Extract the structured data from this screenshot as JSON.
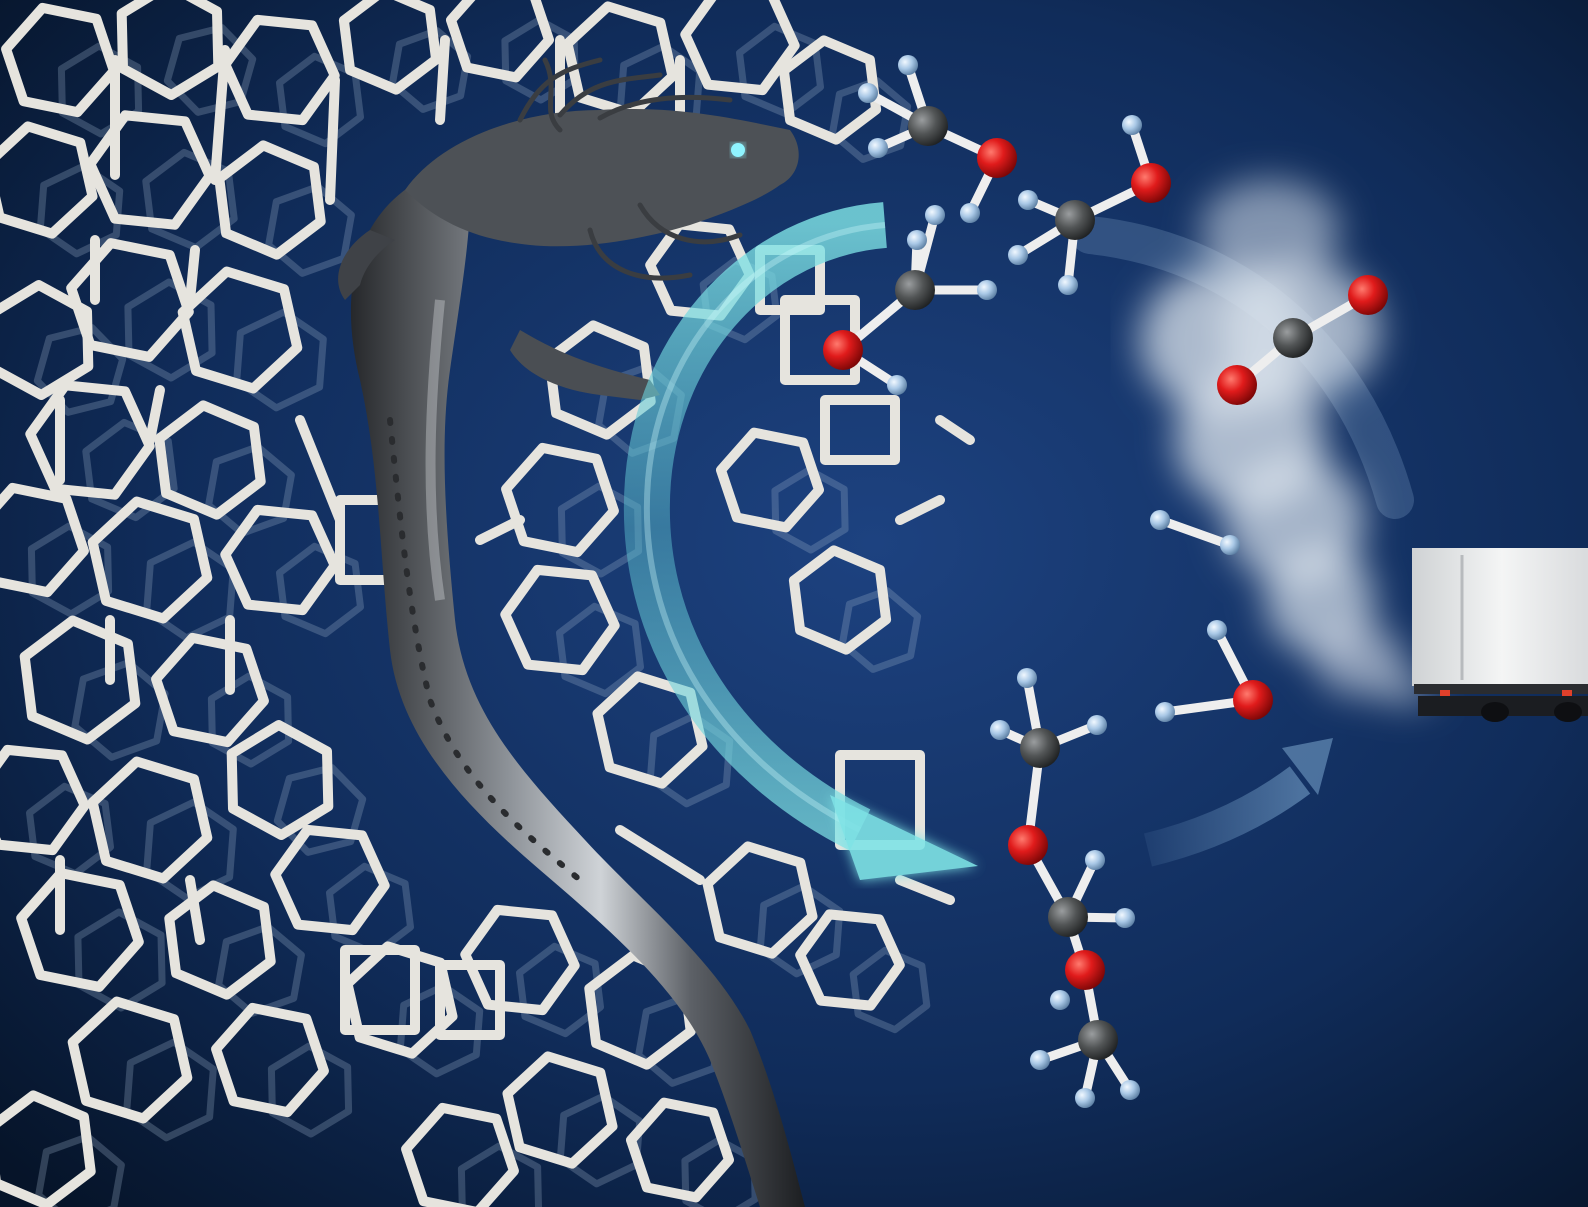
{
  "scene": {
    "description_tag": "",
    "colors": {
      "background_center": "#1c3f78",
      "background_edge": "#07152f",
      "framework": "#e8e6e0",
      "framework_shadow": "#8f9aa8",
      "dragon": "#4a4d52",
      "dragon_highlight": "#b9bec4",
      "arrow": "#7fe3e6",
      "arrow_faint": "#4d7aa4",
      "oxygen": "#e01b1b",
      "carbon": "#4f5253",
      "hydrogen": "#a8c8e6",
      "bond": "#eeeeee",
      "smoke": "#dfe6ee",
      "truck": "#e9eaea"
    },
    "elements": {
      "framework": "zeolite-framework",
      "dragon": "metal-dragon",
      "main_arrow": "reaction-arrow",
      "molecules": [
        "methanol",
        "methanol",
        "methanol",
        "carbon-dioxide",
        "hydrogen",
        "water",
        "polyoxymethylene-dimethyl-ether"
      ],
      "vehicle": "truck",
      "exhaust": "smoke"
    }
  }
}
